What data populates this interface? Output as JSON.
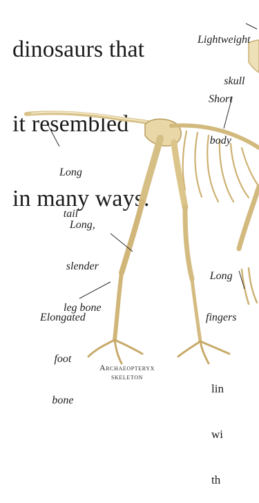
{
  "intro_text": [
    "dinosaurs that",
    "it resembled",
    "in many ways."
  ],
  "labels": {
    "skull": [
      "Lightweight",
      "skull"
    ],
    "body": [
      "Short",
      "body"
    ],
    "tail": [
      "Long",
      "tail"
    ],
    "leg": [
      "Long,",
      "slender",
      "leg bone"
    ],
    "fingers": [
      "Long",
      "fingers"
    ],
    "foot": [
      "Elongated",
      "foot",
      "bone"
    ]
  },
  "caption": [
    "Archaeopteryx",
    "skeleton"
  ],
  "cutoff_text": [
    "lin",
    "wi",
    "th"
  ],
  "colors": {
    "bone_light": "#efe1b7",
    "bone_mid": "#dcc58a",
    "bone_dark": "#b89a5b",
    "leader_line": "#2a2a2a"
  }
}
